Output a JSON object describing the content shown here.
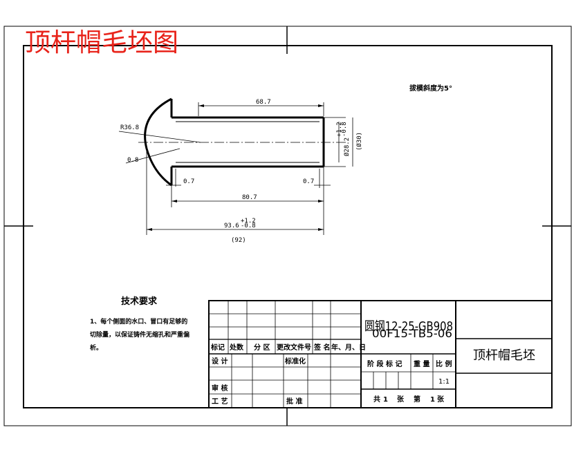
{
  "title": "顶杆帽毛坯图",
  "note_top": "拔模斜度为5°",
  "dims": {
    "d_687": "68.7",
    "r_368": "R36.8",
    "d_08": "0.8",
    "d_07_left": "0.7",
    "d_07_right": "0.7",
    "d_807": "80.7",
    "d_936": "93.6",
    "d_936_tol_up": "+1.2",
    "d_936_tol_dn": "-0.8",
    "d_92": "(92)",
    "dia_282": "Ø28.2",
    "dia_282_tol_up": "+1.2",
    "dia_282_tol_dn": "-0.8",
    "dia_30": "(Ø30)"
  },
  "tech": {
    "heading": "技术要求",
    "line1": "1、每个侧面的水口、冒口有足够的",
    "line2": "切除量，以保证铸件无缩孔和严重偏",
    "line3": "析。"
  },
  "titleblock": {
    "material": "圆钢12-25-GB908",
    "drawing_no": "00F15-TB5-06",
    "part_name": "顶杆帽毛坯",
    "labels": {
      "biaoji": "标记",
      "chushu": "处数",
      "fenqu": "分 区",
      "gengai": "更改文件号",
      "qianming": "签 名",
      "nianyue": "年、月、日",
      "sheji": "设 计",
      "biaozhunhua": "标准化",
      "shenhe": "审 核",
      "gongyi": "工 艺",
      "pizhun": "批 准",
      "jieduan": "阶 段 标 记",
      "zhongliang": "重 量",
      "bili": "比 例",
      "scale": "1:1",
      "gong": "共",
      "gong_n": "1",
      "zhang": "张",
      "di": "第",
      "di_n": "1",
      "zhang2": "张"
    }
  }
}
